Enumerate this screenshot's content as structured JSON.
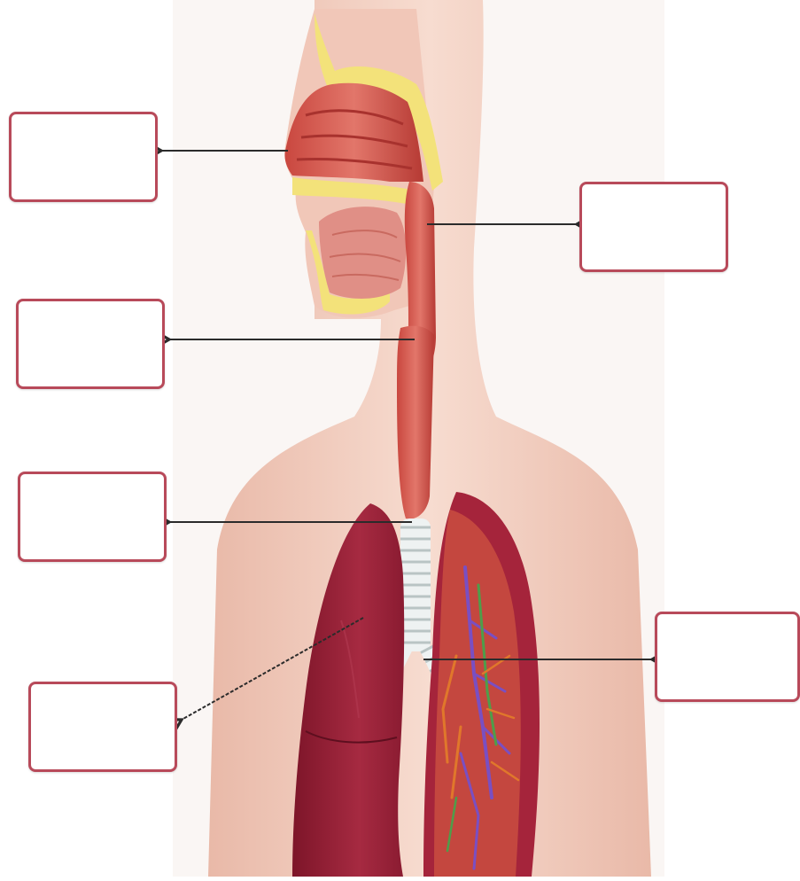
{
  "diagram": {
    "colors": {
      "background": "#ffffff",
      "skin": "#f3d3c6",
      "skin_shadow": "#e4b2a2",
      "airway": "#d55a4f",
      "airway_dark": "#a8322e",
      "bone_yellow": "#f5e66a",
      "lung": "#9e2238",
      "lung_dark": "#7d1529",
      "trachea_rings": "#eef2f2",
      "box_border": "#b84a5a",
      "arrow": "#2b2b2b",
      "vessel_purple": "#7a4fc2",
      "vessel_orange": "#e0772b",
      "vessel_green": "#4f9d4a"
    },
    "labels": [
      {
        "id": "box-1",
        "text": ""
      },
      {
        "id": "box-2",
        "text": ""
      },
      {
        "id": "box-3",
        "text": ""
      },
      {
        "id": "box-4",
        "text": ""
      },
      {
        "id": "box-5",
        "text": ""
      },
      {
        "id": "box-6",
        "text": ""
      }
    ]
  }
}
